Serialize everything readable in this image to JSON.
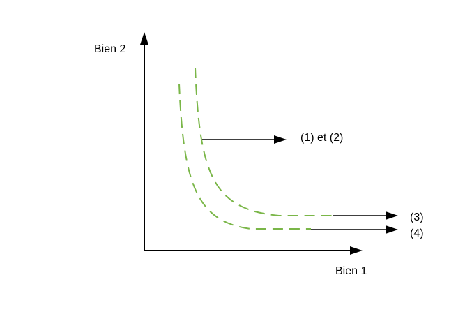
{
  "axes": {
    "y_label": "Bien 2",
    "x_label": "Bien 1"
  },
  "annotations": {
    "label_1_2": "(1) et (2)",
    "label_3": "(3)",
    "label_4": "(4)"
  },
  "colors": {
    "curve": "#7ab648",
    "axis": "#000000"
  }
}
